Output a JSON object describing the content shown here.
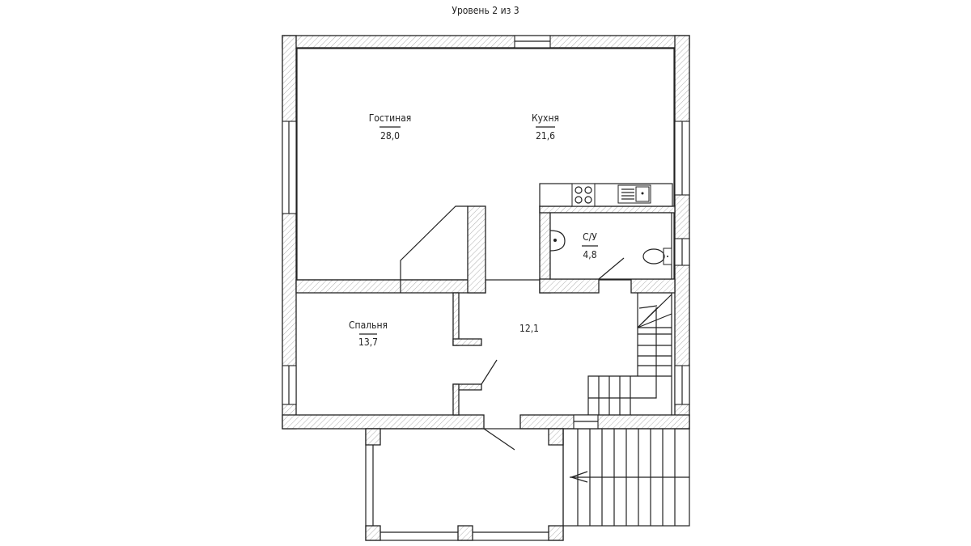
{
  "title": "Уровень 2 из 3",
  "rooms": [
    {
      "name": "Гостиная",
      "area": "28,0"
    },
    {
      "name": "Кухня",
      "area": "21,6"
    },
    {
      "name": "С/У",
      "area": "4,8"
    },
    {
      "name": "Спальня",
      "area": "13,7"
    },
    {
      "name": "",
      "area": "12,1"
    }
  ],
  "colors": {
    "line": "#222222",
    "background": "#ffffff"
  }
}
